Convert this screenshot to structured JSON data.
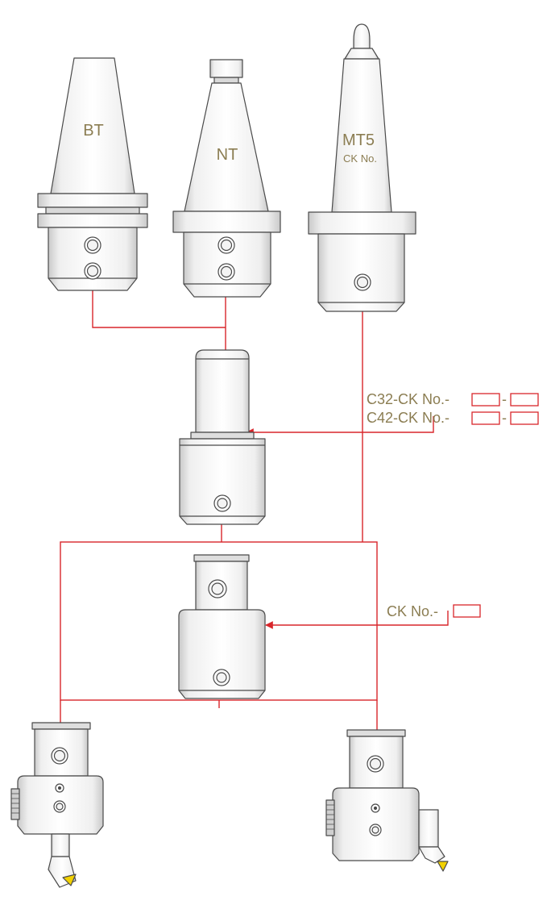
{
  "holders": {
    "bt": "BT",
    "nt": "NT",
    "mt5": "MT5",
    "mt5_sub": "CK No."
  },
  "callouts": {
    "c32": "C32-CK No.-",
    "c42": "C42-CK No.-",
    "ck": "CK No.-",
    "sep": "-"
  },
  "colors": {
    "line": "#d9262b",
    "body": "#f2f2f2",
    "outline": "#4a4a4a",
    "label": "#8b7d52",
    "insert": "#f2d100"
  }
}
